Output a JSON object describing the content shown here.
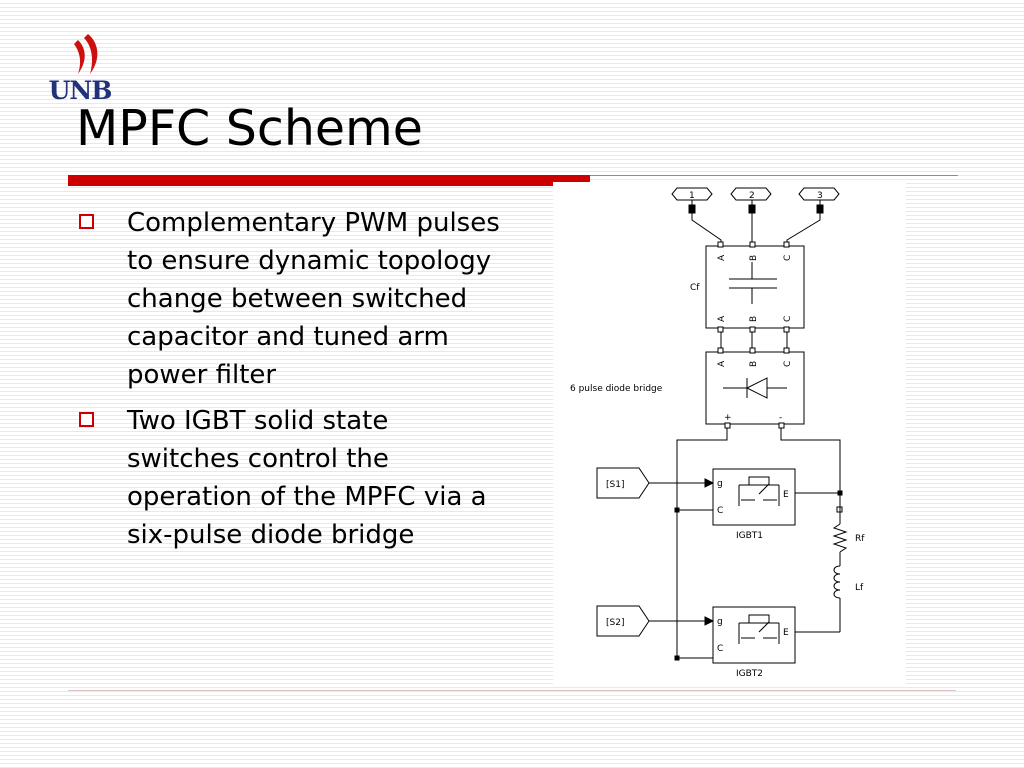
{
  "header": {
    "logo_text": "UNB",
    "title": "MPFC Scheme"
  },
  "bullets": [
    "Complementary PWM pulses to ensure dynamic topology change between switched capacitor and tuned arm power filter",
    "Two IGBT solid state switches control the operation of the MPFC via a six-pulse diode bridge"
  ],
  "diagram": {
    "ports": [
      "1",
      "2",
      "3"
    ],
    "capacitor": {
      "name": "Cf",
      "top_terminals": [
        "A",
        "B",
        "C"
      ],
      "bottom_terminals": [
        "A",
        "B",
        "C"
      ]
    },
    "bridge": {
      "name": "6 pulse diode bridge",
      "terminals": [
        "A",
        "B",
        "C"
      ],
      "plus": "+",
      "minus": "-"
    },
    "gotos": [
      "[S1]",
      "[S2]"
    ],
    "igbts": [
      {
        "name": "IGBT1",
        "g": "g",
        "c": "C",
        "e": "E"
      },
      {
        "name": "IGBT2",
        "g": "g",
        "c": "C",
        "e": "E"
      }
    ],
    "resistor": "Rf",
    "inductor": "Lf"
  }
}
